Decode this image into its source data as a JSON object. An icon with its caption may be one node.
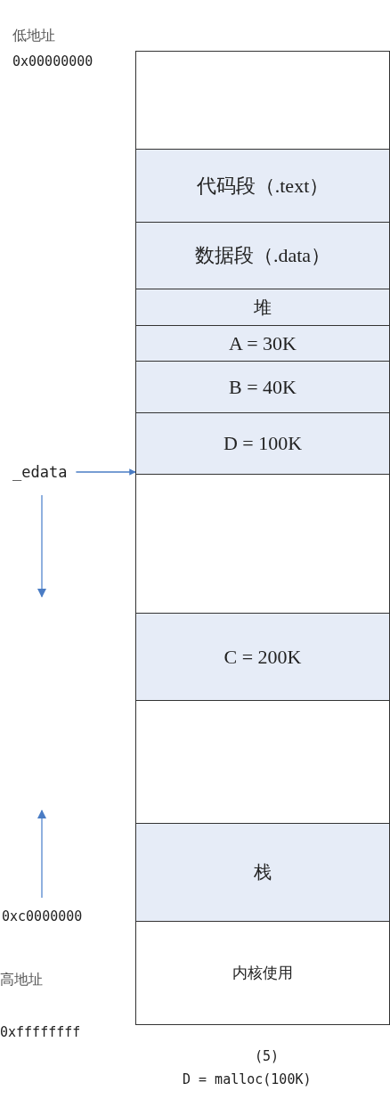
{
  "diagram": {
    "nodes": [
      {
        "text": [],
        "shape": "box"
      },
      {
        "text": [
          "代码段（.text）"
        ]
      },
      {
        "text": [
          "数据段（.data）"
        ]
      },
      {
        "text": [
          "堆"
        ]
      },
      {
        "text": [
          "A = 30K"
        ]
      },
      {
        "text": [
          "B = 40K"
        ]
      },
      {
        "text": [
          "D = 100K"
        ]
      },
      {
        "text": [],
        "shape": "box"
      },
      {
        "text": [
          "C = 200K"
        ]
      },
      {
        "text": [],
        "shape": "box"
      },
      {
        "text": [
          "栈"
        ]
      },
      {
        "text": [
          "内核使用"
        ]
      },
      {
        "text": [
          "_edata"
        ]
      }
    ],
    "edges": [
      {
        "from": 12,
        "to": 6,
        "arrow": "to"
      }
    ],
    "labels": [
      "低地址",
      "0x00000000",
      "0xc0000000",
      "高地址",
      "0xffffffff",
      "(5)",
      "D = malloc(100K)"
    ]
  }
}
